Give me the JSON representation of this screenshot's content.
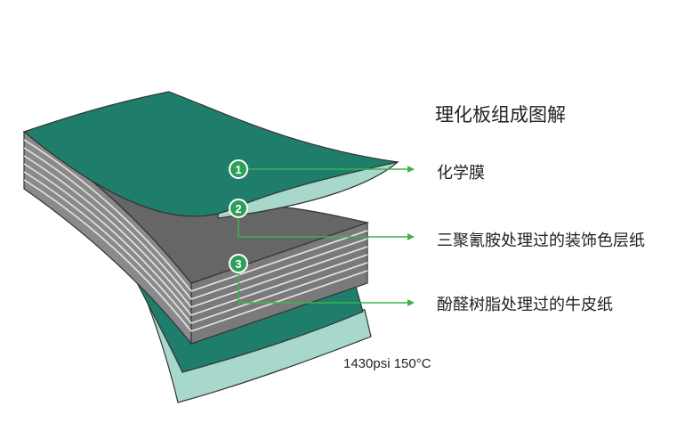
{
  "diagram": {
    "title": "理化板组成图解",
    "layers": [
      {
        "number": "1",
        "label": "化学膜"
      },
      {
        "number": "2",
        "label": "三聚氰胺处理过的装饰色层纸"
      },
      {
        "number": "3",
        "label": "酚醛树脂处理过的牛皮纸"
      }
    ],
    "press_conditions": "1430psi 150°C"
  },
  "colors": {
    "layer_green": "#1f7d6c",
    "layer_green_light": "#9ed3c6",
    "core_gray": "#6f6f6f",
    "leader_line": "#3cb44b",
    "callout_bg": "#2f9e57"
  }
}
